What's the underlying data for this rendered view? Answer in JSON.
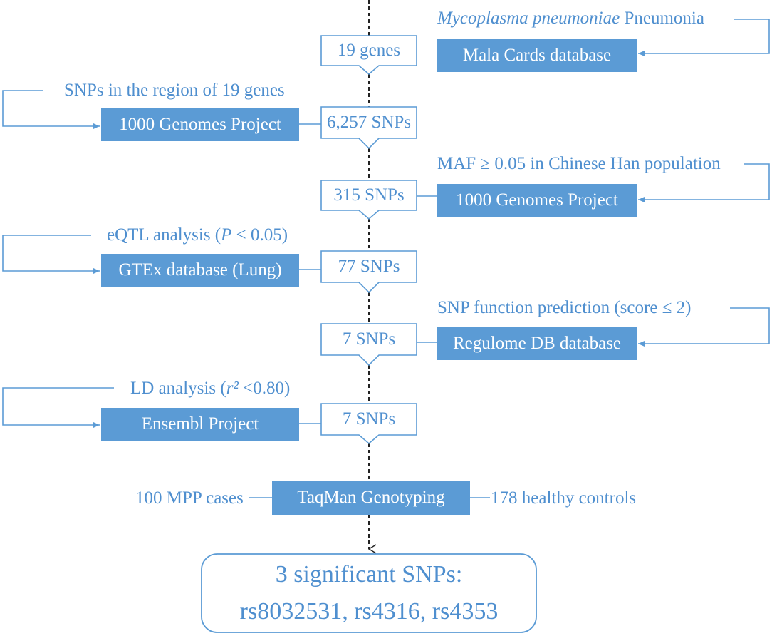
{
  "colors": {
    "primary": "#5b9bd5",
    "text": "#4f8fcf",
    "dash": "#222222"
  },
  "steps": {
    "s1": {
      "label_italic": "Mycoplasma pneumoniae",
      "label_rest": " Pneumonia",
      "database": "Mala Cards database",
      "count": "19 genes"
    },
    "s2": {
      "label": "SNPs in the region of 19 genes",
      "database": "1000 Genomes Project",
      "count": "6,257 SNPs"
    },
    "s3": {
      "label": "MAF ≥ 0.05 in Chinese Han population",
      "database": "1000 Genomes Project",
      "count": "315 SNPs"
    },
    "s4": {
      "label_a": "eQTL analysis (",
      "label_italic": "P",
      "label_b": " < 0.05)",
      "database": "GTEx database (Lung)",
      "count": "77 SNPs"
    },
    "s5": {
      "label": "SNP function prediction (score ≤ 2)",
      "database": "Regulome DB database",
      "count": "7 SNPs"
    },
    "s6": {
      "label_a": "LD analysis (",
      "label_italic": "r²",
      "label_b": " <0.80)",
      "database": "Ensembl Project",
      "count": "7 SNPs"
    }
  },
  "genotyping": {
    "method": "TaqMan Genotyping",
    "cases": "100 MPP cases",
    "controls": "178 healthy controls"
  },
  "result": {
    "line1": "3 significant SNPs:",
    "line2": "rs8032531, rs4316, rs4353"
  }
}
